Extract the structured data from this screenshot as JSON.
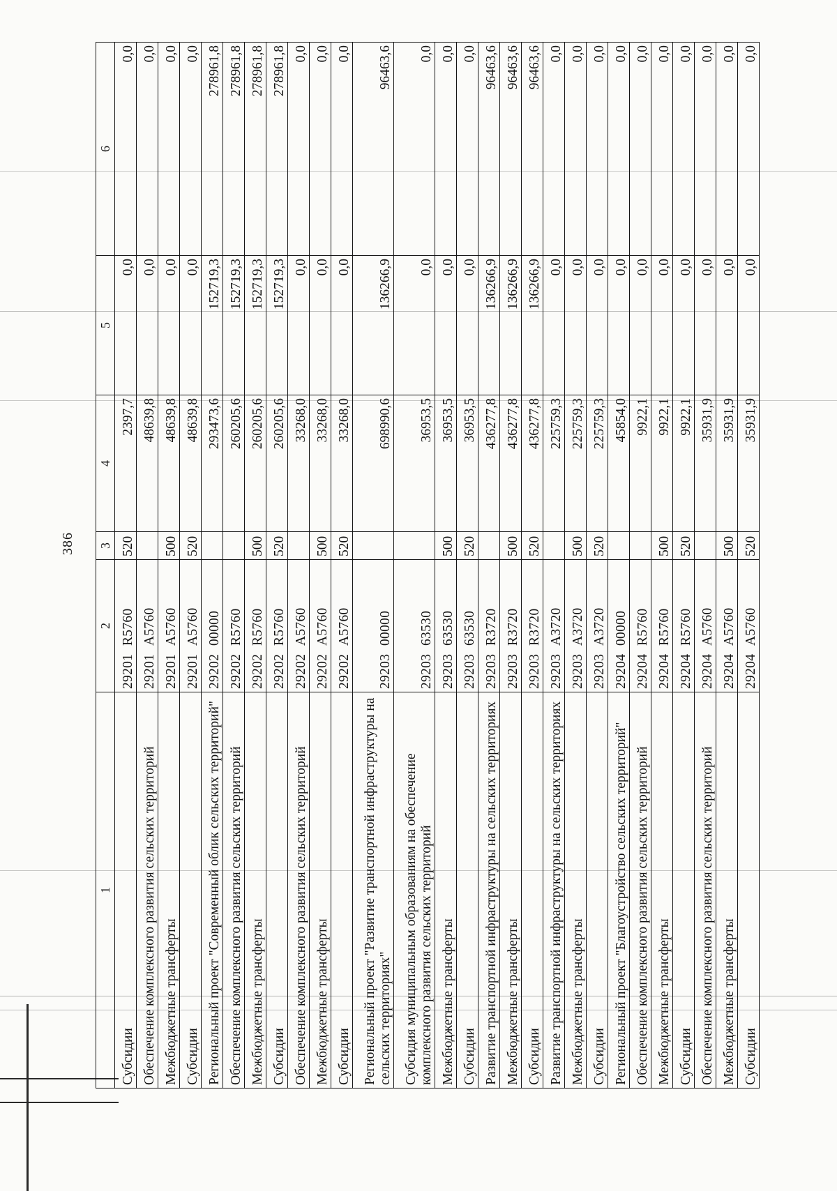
{
  "page_number": "386",
  "table": {
    "columns": [
      "1",
      "2",
      "3",
      "4",
      "5",
      "6"
    ],
    "rows": [
      {
        "name": "Субсидии",
        "code_a": "29201",
        "code_b": "R5760",
        "vr": "520",
        "c4": "2397,7",
        "c5": "0,0",
        "c6": "0,0"
      },
      {
        "name": "Обеспечение комплексного развития сельских территорий",
        "code_a": "29201",
        "code_b": "A5760",
        "vr": "",
        "c4": "48639,8",
        "c5": "0,0",
        "c6": "0,0"
      },
      {
        "name": "Межбюджетные трансферты",
        "code_a": "29201",
        "code_b": "A5760",
        "vr": "500",
        "c4": "48639,8",
        "c5": "0,0",
        "c6": "0,0"
      },
      {
        "name": "Субсидии",
        "code_a": "29201",
        "code_b": "A5760",
        "vr": "520",
        "c4": "48639,8",
        "c5": "0,0",
        "c6": "0,0"
      },
      {
        "name": "Региональный проект \"Современный облик сельских территорий\"",
        "code_a": "29202",
        "code_b": "00000",
        "vr": "",
        "c4": "293473,6",
        "c5": "152719,3",
        "c6": "278961,8"
      },
      {
        "name": "Обеспечение комплексного развития сельских территорий",
        "code_a": "29202",
        "code_b": "R5760",
        "vr": "",
        "c4": "260205,6",
        "c5": "152719,3",
        "c6": "278961,8"
      },
      {
        "name": "Межбюджетные трансферты",
        "code_a": "29202",
        "code_b": "R5760",
        "vr": "500",
        "c4": "260205,6",
        "c5": "152719,3",
        "c6": "278961,8"
      },
      {
        "name": "Субсидии",
        "code_a": "29202",
        "code_b": "R5760",
        "vr": "520",
        "c4": "260205,6",
        "c5": "152719,3",
        "c6": "278961,8"
      },
      {
        "name": "Обеспечение комплексного развития сельских территорий",
        "code_a": "29202",
        "code_b": "A5760",
        "vr": "",
        "c4": "33268,0",
        "c5": "0,0",
        "c6": "0,0"
      },
      {
        "name": "Межбюджетные трансферты",
        "code_a": "29202",
        "code_b": "A5760",
        "vr": "500",
        "c4": "33268,0",
        "c5": "0,0",
        "c6": "0,0"
      },
      {
        "name": "Субсидии",
        "code_a": "29202",
        "code_b": "A5760",
        "vr": "520",
        "c4": "33268,0",
        "c5": "0,0",
        "c6": "0,0"
      },
      {
        "name": "Региональный проект \"Развитие транспортной инфраструктуры на сельских территориях\"",
        "code_a": "29203",
        "code_b": "00000",
        "vr": "",
        "c4": "698990,6",
        "c5": "136266,9",
        "c6": "96463,6",
        "tall": true
      },
      {
        "name": "Субсидия муниципальным образованиям на обеспечение комплексного развития сельских территорий",
        "code_a": "29203",
        "code_b": "63530",
        "vr": "",
        "c4": "36953,5",
        "c5": "0,0",
        "c6": "0,0",
        "tall": true
      },
      {
        "name": "Межбюджетные трансферты",
        "code_a": "29203",
        "code_b": "63530",
        "vr": "500",
        "c4": "36953,5",
        "c5": "0,0",
        "c6": "0,0"
      },
      {
        "name": "Субсидии",
        "code_a": "29203",
        "code_b": "63530",
        "vr": "520",
        "c4": "36953,5",
        "c5": "0,0",
        "c6": "0,0"
      },
      {
        "name": "Развитие транспортной инфраструктуры на сельских территориях",
        "code_a": "29203",
        "code_b": "R3720",
        "vr": "",
        "c4": "436277,8",
        "c5": "136266,9",
        "c6": "96463,6"
      },
      {
        "name": "Межбюджетные трансферты",
        "code_a": "29203",
        "code_b": "R3720",
        "vr": "500",
        "c4": "436277,8",
        "c5": "136266,9",
        "c6": "96463,6"
      },
      {
        "name": "Субсидии",
        "code_a": "29203",
        "code_b": "R3720",
        "vr": "520",
        "c4": "436277,8",
        "c5": "136266,9",
        "c6": "96463,6"
      },
      {
        "name": "Развитие транспортной инфраструктуры на сельских территориях",
        "code_a": "29203",
        "code_b": "A3720",
        "vr": "",
        "c4": "225759,3",
        "c5": "0,0",
        "c6": "0,0"
      },
      {
        "name": "Межбюджетные трансферты",
        "code_a": "29203",
        "code_b": "A3720",
        "vr": "500",
        "c4": "225759,3",
        "c5": "0,0",
        "c6": "0,0"
      },
      {
        "name": "Субсидии",
        "code_a": "29203",
        "code_b": "A3720",
        "vr": "520",
        "c4": "225759,3",
        "c5": "0,0",
        "c6": "0,0"
      },
      {
        "name": "Региональный проект \"Благоустройство сельских территорий\"",
        "code_a": "29204",
        "code_b": "00000",
        "vr": "",
        "c4": "45854,0",
        "c5": "0,0",
        "c6": "0,0"
      },
      {
        "name": "Обеспечение комплексного развития сельских территорий",
        "code_a": "29204",
        "code_b": "R5760",
        "vr": "",
        "c4": "9922,1",
        "c5": "0,0",
        "c6": "0,0"
      },
      {
        "name": "Межбюджетные трансферты",
        "code_a": "29204",
        "code_b": "R5760",
        "vr": "500",
        "c4": "9922,1",
        "c5": "0,0",
        "c6": "0,0"
      },
      {
        "name": "Субсидии",
        "code_a": "29204",
        "code_b": "R5760",
        "vr": "520",
        "c4": "9922,1",
        "c5": "0,0",
        "c6": "0,0"
      },
      {
        "name": "Обеспечение комплексного развития сельских территорий",
        "code_a": "29204",
        "code_b": "A5760",
        "vr": "",
        "c4": "35931,9",
        "c5": "0,0",
        "c6": "0,0"
      },
      {
        "name": "Межбюджетные трансферты",
        "code_a": "29204",
        "code_b": "A5760",
        "vr": "500",
        "c4": "35931,9",
        "c5": "0,0",
        "c6": "0,0"
      },
      {
        "name": "Субсидии",
        "code_a": "29204",
        "code_b": "A5760",
        "vr": "520",
        "c4": "35931,9",
        "c5": "0,0",
        "c6": "0,0"
      }
    ]
  }
}
